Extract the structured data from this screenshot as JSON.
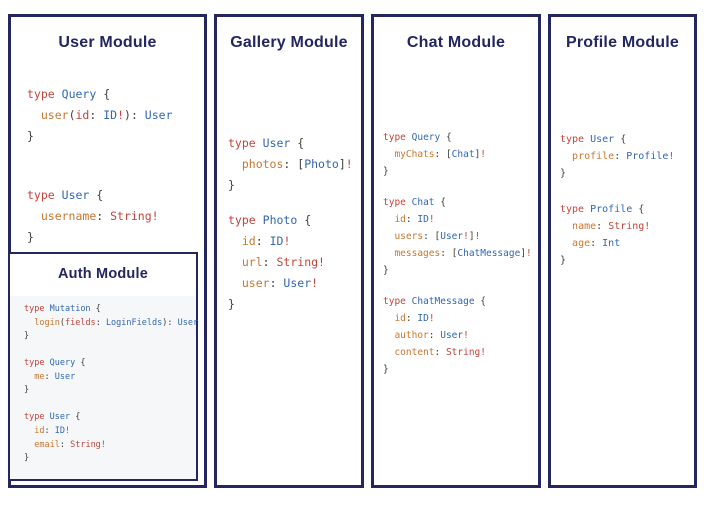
{
  "colors": {
    "navy": "#23265f",
    "keyword": "#c2453c",
    "type_name": "#3267b2",
    "field": "#c8772f",
    "punct": "#3f3f3f",
    "code_bg": "#f6f7f9"
  },
  "panels": [
    {
      "title": "User Module",
      "blocks": [
        [
          [
            [
              "k",
              "type"
            ],
            [
              "p",
              " "
            ],
            [
              "t",
              "Query"
            ],
            [
              "p",
              " {"
            ]
          ],
          [
            [
              "p",
              "  "
            ],
            [
              "f",
              "user"
            ],
            [
              "p",
              "("
            ],
            [
              "k",
              "id"
            ],
            [
              "p",
              ": "
            ],
            [
              "t",
              "ID"
            ],
            [
              "k",
              "!"
            ],
            [
              "p",
              "): "
            ],
            [
              "t",
              "User"
            ]
          ],
          [
            [
              "p",
              "}"
            ]
          ]
        ],
        [
          [
            [
              "k",
              "type"
            ],
            [
              "p",
              " "
            ],
            [
              "t",
              "User"
            ],
            [
              "p",
              " {"
            ]
          ],
          [
            [
              "p",
              "  "
            ],
            [
              "f",
              "username"
            ],
            [
              "p",
              ": "
            ],
            [
              "k",
              "String!"
            ]
          ],
          [
            [
              "p",
              "}"
            ]
          ]
        ]
      ]
    },
    {
      "title": "Gallery Module",
      "blocks": [
        [
          [
            [
              "k",
              "type"
            ],
            [
              "p",
              " "
            ],
            [
              "t",
              "User"
            ],
            [
              "p",
              " {"
            ]
          ],
          [
            [
              "p",
              "  "
            ],
            [
              "f",
              "photos"
            ],
            [
              "p",
              ": ["
            ],
            [
              "t",
              "Photo"
            ],
            [
              "p",
              "]"
            ],
            [
              "k",
              "!"
            ]
          ],
          [
            [
              "p",
              "}"
            ]
          ]
        ],
        [
          [
            [
              "k",
              "type"
            ],
            [
              "p",
              " "
            ],
            [
              "t",
              "Photo"
            ],
            [
              "p",
              " {"
            ]
          ],
          [
            [
              "p",
              "  "
            ],
            [
              "f",
              "id"
            ],
            [
              "p",
              ": "
            ],
            [
              "t",
              "ID"
            ],
            [
              "k",
              "!"
            ]
          ],
          [
            [
              "p",
              "  "
            ],
            [
              "f",
              "url"
            ],
            [
              "p",
              ": "
            ],
            [
              "k",
              "String!"
            ]
          ],
          [
            [
              "p",
              "  "
            ],
            [
              "f",
              "user"
            ],
            [
              "p",
              ": "
            ],
            [
              "t",
              "User"
            ],
            [
              "k",
              "!"
            ]
          ],
          [
            [
              "p",
              "}"
            ]
          ]
        ]
      ]
    },
    {
      "title": "Chat Module",
      "blocks": [
        [
          [
            [
              "k",
              "type"
            ],
            [
              "p",
              " "
            ],
            [
              "t",
              "Query"
            ],
            [
              "p",
              " {"
            ]
          ],
          [
            [
              "p",
              "  "
            ],
            [
              "f",
              "myChats"
            ],
            [
              "p",
              ": ["
            ],
            [
              "t",
              "Chat"
            ],
            [
              "p",
              "]"
            ],
            [
              "k",
              "!"
            ]
          ],
          [
            [
              "p",
              "}"
            ]
          ]
        ],
        [
          [
            [
              "k",
              "type"
            ],
            [
              "p",
              " "
            ],
            [
              "t",
              "Chat"
            ],
            [
              "p",
              " {"
            ]
          ],
          [
            [
              "p",
              "  "
            ],
            [
              "f",
              "id"
            ],
            [
              "p",
              ": "
            ],
            [
              "t",
              "ID"
            ],
            [
              "k",
              "!"
            ]
          ],
          [
            [
              "p",
              "  "
            ],
            [
              "f",
              "users"
            ],
            [
              "p",
              ": ["
            ],
            [
              "t",
              "User"
            ],
            [
              "k",
              "!"
            ],
            [
              "p",
              "]"
            ],
            [
              "k",
              "!"
            ]
          ],
          [
            [
              "p",
              "  "
            ],
            [
              "f",
              "messages"
            ],
            [
              "p",
              ": ["
            ],
            [
              "t",
              "ChatMessage"
            ],
            [
              "p",
              "]"
            ],
            [
              "k",
              "!"
            ]
          ],
          [
            [
              "p",
              "}"
            ]
          ]
        ],
        [
          [
            [
              "k",
              "type"
            ],
            [
              "p",
              " "
            ],
            [
              "t",
              "ChatMessage"
            ],
            [
              "p",
              " {"
            ]
          ],
          [
            [
              "p",
              "  "
            ],
            [
              "f",
              "id"
            ],
            [
              "p",
              ": "
            ],
            [
              "t",
              "ID"
            ],
            [
              "k",
              "!"
            ]
          ],
          [
            [
              "p",
              "  "
            ],
            [
              "f",
              "author"
            ],
            [
              "p",
              ": "
            ],
            [
              "t",
              "User"
            ],
            [
              "k",
              "!"
            ]
          ],
          [
            [
              "p",
              "  "
            ],
            [
              "f",
              "content"
            ],
            [
              "p",
              ": "
            ],
            [
              "k",
              "String!"
            ]
          ],
          [
            [
              "p",
              "}"
            ]
          ]
        ]
      ]
    },
    {
      "title": "Profile Module",
      "blocks": [
        [
          [
            [
              "k",
              "type"
            ],
            [
              "p",
              " "
            ],
            [
              "t",
              "User"
            ],
            [
              "p",
              " {"
            ]
          ],
          [
            [
              "p",
              "  "
            ],
            [
              "f",
              "profile"
            ],
            [
              "p",
              ": "
            ],
            [
              "t",
              "Profile"
            ],
            [
              "k",
              "!"
            ]
          ],
          [
            [
              "p",
              "}"
            ]
          ]
        ],
        [
          [
            [
              "k",
              "type"
            ],
            [
              "p",
              " "
            ],
            [
              "t",
              "Profile"
            ],
            [
              "p",
              " {"
            ]
          ],
          [
            [
              "p",
              "  "
            ],
            [
              "f",
              "name"
            ],
            [
              "p",
              ": "
            ],
            [
              "k",
              "String!"
            ]
          ],
          [
            [
              "p",
              "  "
            ],
            [
              "f",
              "age"
            ],
            [
              "p",
              ": "
            ],
            [
              "t",
              "Int"
            ]
          ],
          [
            [
              "p",
              "}"
            ]
          ]
        ]
      ]
    }
  ],
  "auth": {
    "title": "Auth Module",
    "blocks": [
      [
        [
          [
            "k",
            "type"
          ],
          [
            "p",
            " "
          ],
          [
            "t",
            "Mutation"
          ],
          [
            "p",
            " {"
          ]
        ],
        [
          [
            "p",
            "  "
          ],
          [
            "f",
            "login"
          ],
          [
            "p",
            "("
          ],
          [
            "k",
            "fields"
          ],
          [
            "p",
            ": "
          ],
          [
            "t",
            "LoginFields"
          ],
          [
            "p",
            "): "
          ],
          [
            "t",
            "User"
          ]
        ],
        [
          [
            "p",
            "}"
          ]
        ]
      ],
      [
        [
          [
            "k",
            "type"
          ],
          [
            "p",
            " "
          ],
          [
            "t",
            "Query"
          ],
          [
            "p",
            " {"
          ]
        ],
        [
          [
            "p",
            "  "
          ],
          [
            "f",
            "me"
          ],
          [
            "p",
            ": "
          ],
          [
            "t",
            "User"
          ]
        ],
        [
          [
            "p",
            "}"
          ]
        ]
      ],
      [
        [
          [
            "k",
            "type"
          ],
          [
            "p",
            " "
          ],
          [
            "t",
            "User"
          ],
          [
            "p",
            " {"
          ]
        ],
        [
          [
            "p",
            "  "
          ],
          [
            "f",
            "id"
          ],
          [
            "p",
            ": "
          ],
          [
            "t",
            "ID"
          ],
          [
            "k",
            "!"
          ]
        ],
        [
          [
            "p",
            "  "
          ],
          [
            "f",
            "email"
          ],
          [
            "p",
            ": "
          ],
          [
            "k",
            "String!"
          ]
        ],
        [
          [
            "p",
            "}"
          ]
        ]
      ]
    ]
  }
}
